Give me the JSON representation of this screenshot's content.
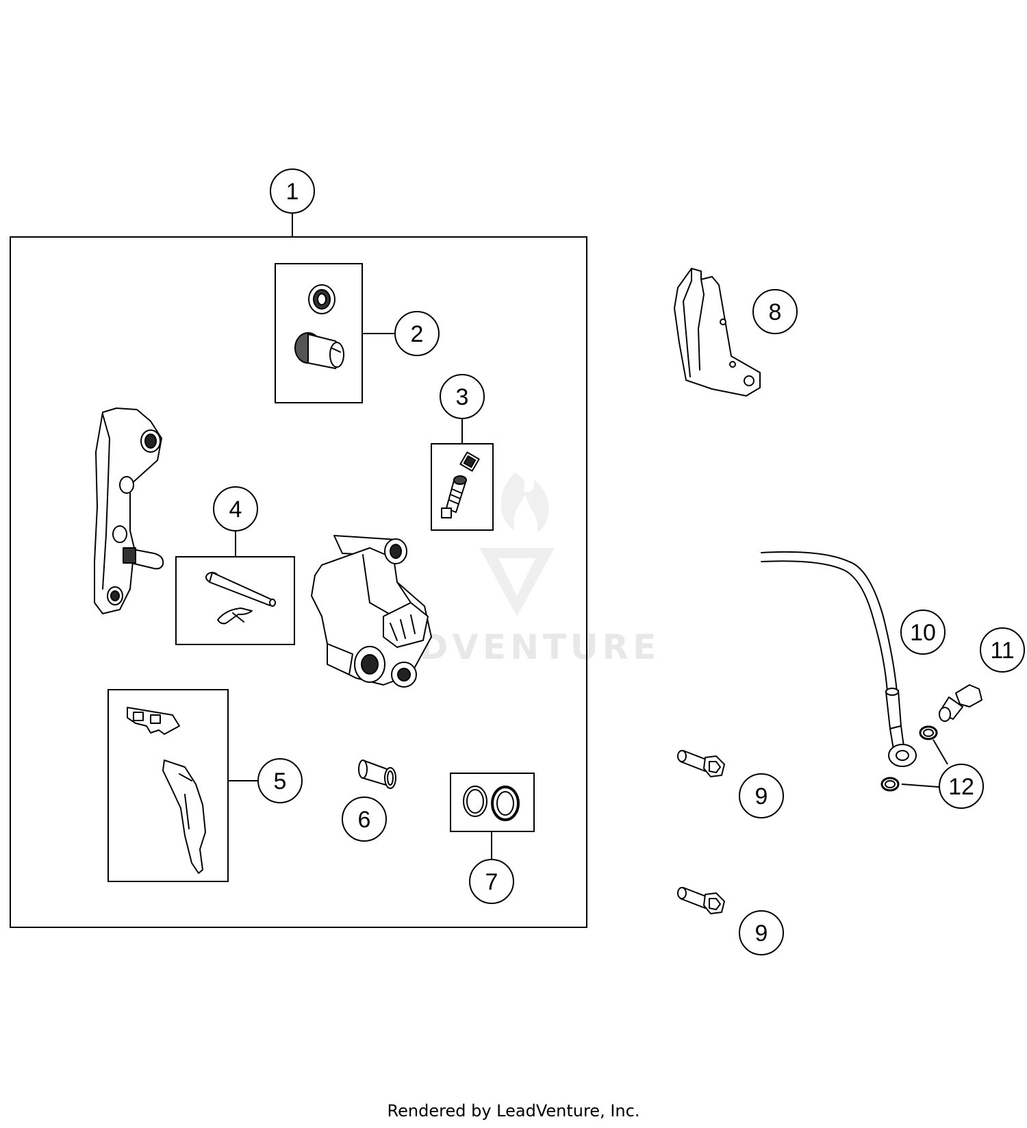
{
  "callouts": {
    "c1": "1",
    "c2": "2",
    "c3": "3",
    "c4": "4",
    "c5": "5",
    "c6": "6",
    "c7": "7",
    "c8": "8",
    "c9a": "9",
    "c9b": "9",
    "c10": "10",
    "c11": "11",
    "c12": "12"
  },
  "watermark": {
    "text": "LEADVENTURE"
  },
  "footer": {
    "credit": "Rendered by LeadVenture, Inc."
  }
}
